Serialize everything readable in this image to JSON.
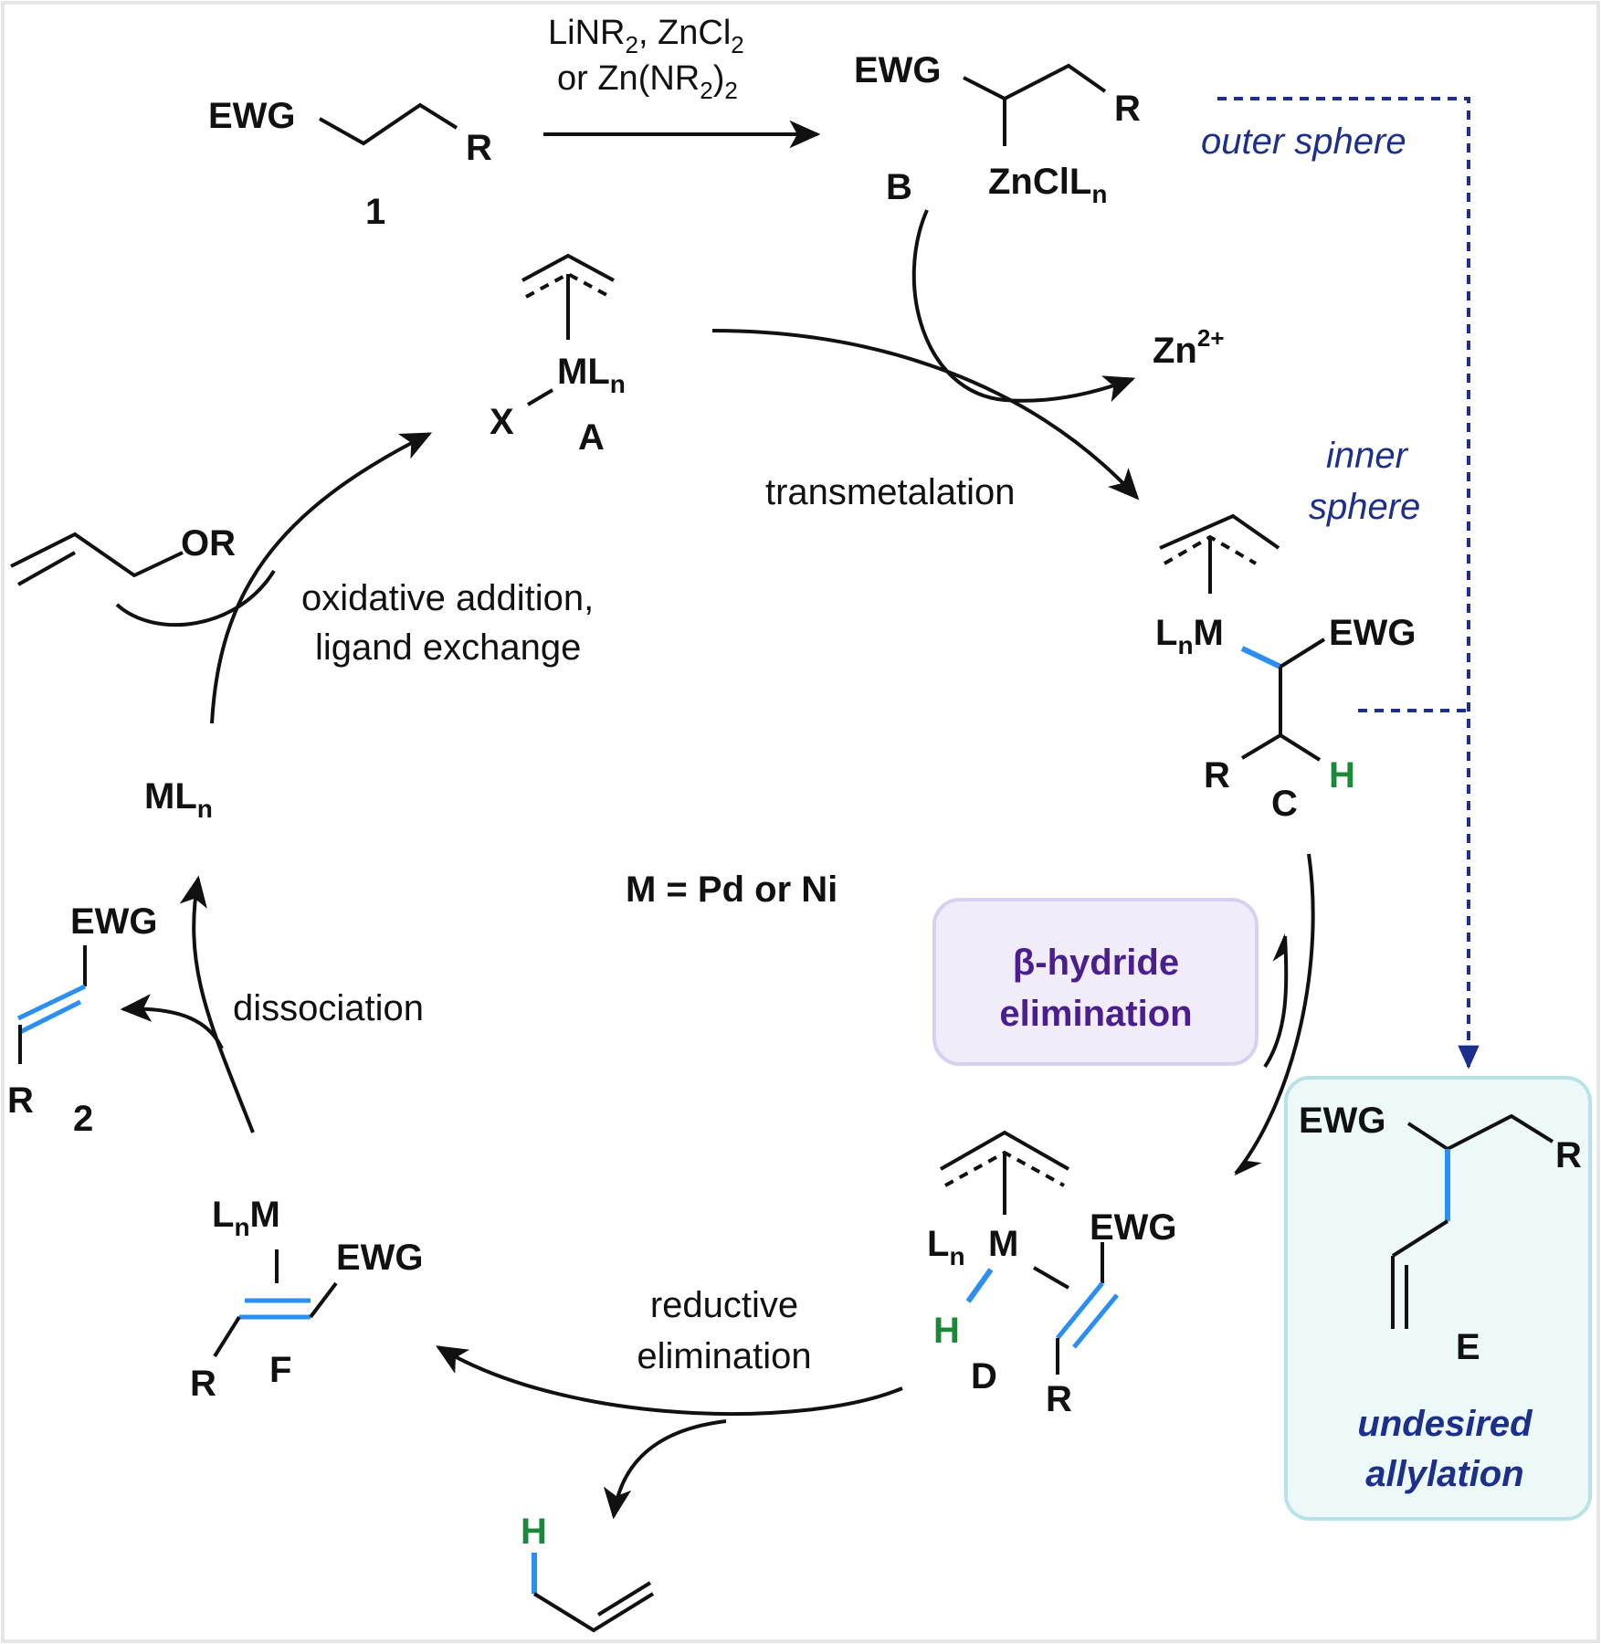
{
  "colors": {
    "ink": "#111111",
    "bond_highlight": "#2a8ff0",
    "hydrogen": "#1a8a3a",
    "sphere_path": "#1c2f8a",
    "beta_box_fill": "#f0ecfa",
    "beta_box_stroke": "#d9d0f0",
    "beta_text": "#4a1e8c",
    "e_box_fill": "#edf8f8",
    "e_box_stroke": "#b7e3e6",
    "e_text": "#1c2f8a",
    "frame": "#e6e6e6"
  },
  "reagents": {
    "line1": "LiNR",
    "line1_sub": "2",
    "line1_b": ", ZnCl",
    "line1_sub2": "2",
    "line2": "or Zn(NR",
    "line2_sub": "2",
    "line2_b": ")",
    "line2_sub2": "2"
  },
  "compound_1": {
    "ewg": "EWG",
    "r": "R",
    "label": "1"
  },
  "compound_B": {
    "ewg": "EWG",
    "r": "R",
    "label": "B",
    "zn": "ZnClL",
    "zn_sub": "n"
  },
  "byproduct_zn": {
    "text": "Zn",
    "sup": "2+"
  },
  "complex_A": {
    "ml": "ML",
    "ml_sub": "n",
    "x": "X",
    "label": "A"
  },
  "complex_C": {
    "lnm_a": "L",
    "lnm_sub": "n",
    "lnm_b": "M",
    "ewg": "EWG",
    "r": "R",
    "h": "H",
    "label": "C"
  },
  "complex_D": {
    "ln": "L",
    "ln_sub": "n",
    "m": "M",
    "h": "H",
    "ewg": "EWG",
    "r": "R",
    "label": "D"
  },
  "complex_F": {
    "lnm_a": "L",
    "lnm_sub": "n",
    "lnm_b": "M",
    "ewg": "EWG",
    "r": "R",
    "label": "F"
  },
  "product_2": {
    "ewg": "EWG",
    "r": "R",
    "label": "2"
  },
  "product_E": {
    "ewg": "EWG",
    "r": "R",
    "label": "E",
    "caption_1": "undesired",
    "caption_2": "allylation"
  },
  "catalyst": {
    "ml": "ML",
    "ml_sub": "n"
  },
  "allyl_substrate": {
    "or": "OR"
  },
  "propene": {
    "h": "H"
  },
  "metal_note": "M = Pd or Ni",
  "steps": {
    "transmetalation": "transmetalation",
    "oxidative_1": "oxidative addition,",
    "oxidative_2": "ligand exchange",
    "dissociation": "dissociation",
    "reductive_1": "reductive",
    "reductive_2": "elimination",
    "beta_1": "β-hydride",
    "beta_2": "elimination"
  },
  "pathways": {
    "outer": "outer sphere",
    "inner_1": "inner",
    "inner_2": "sphere"
  }
}
